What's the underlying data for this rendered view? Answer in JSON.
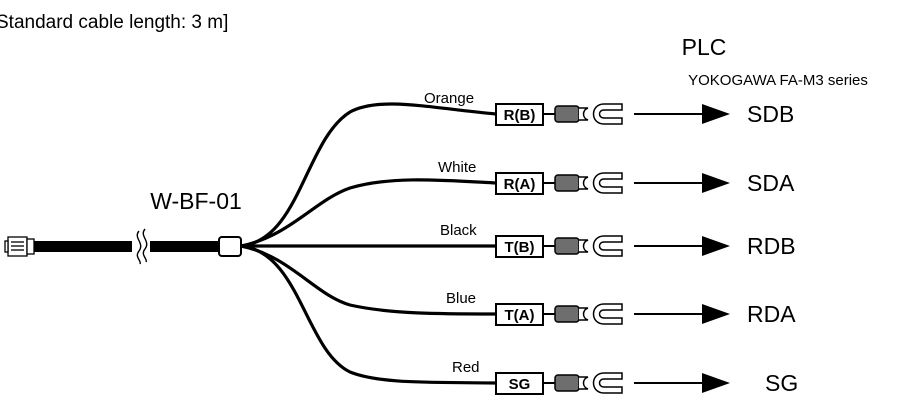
{
  "header": {
    "cable_note": "Standard cable length: 3 m]",
    "plc_title": "PLC",
    "plc_series": "YOKOGAWA FA-M3 series"
  },
  "cable": {
    "name": "W-BF-01"
  },
  "wires": [
    {
      "color_name": "Orange",
      "terminal": "R(B)",
      "signal": "SDB"
    },
    {
      "color_name": "White",
      "terminal": "R(A)",
      "signal": "SDA"
    },
    {
      "color_name": "Black",
      "terminal": "T(B)",
      "signal": "RDB"
    },
    {
      "color_name": "Blue",
      "terminal": "T(A)",
      "signal": "RDA"
    },
    {
      "color_name": "Red",
      "terminal": "SG",
      "signal": "SG"
    }
  ]
}
